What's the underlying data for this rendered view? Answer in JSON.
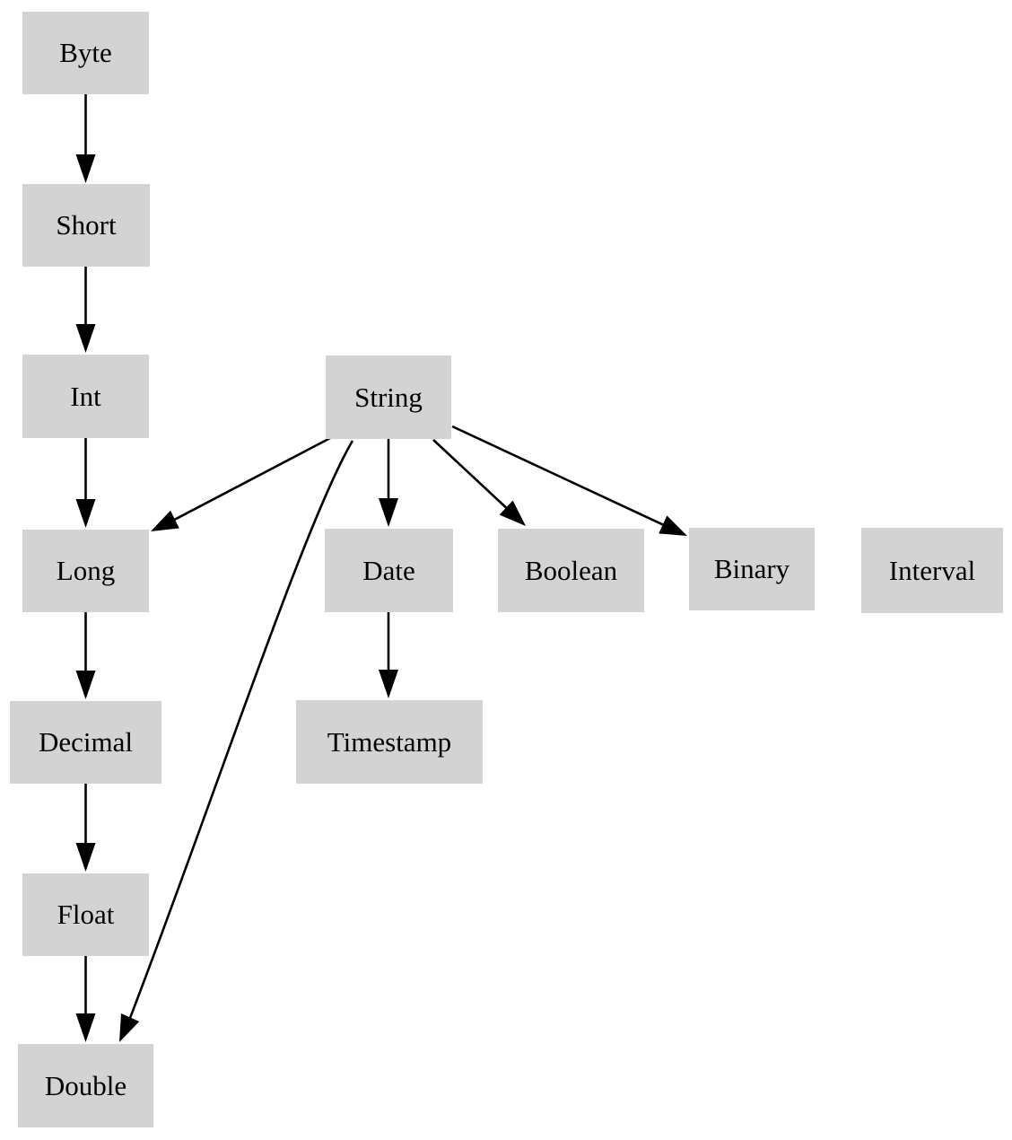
{
  "diagram": {
    "type": "directed-graph",
    "colors": {
      "background": "#ffffff",
      "node_fill": "#d3d3d3",
      "node_text": "#000000",
      "edge": "#000000"
    },
    "nodes": [
      {
        "id": "byte",
        "label": "Byte"
      },
      {
        "id": "short",
        "label": "Short"
      },
      {
        "id": "int",
        "label": "Int"
      },
      {
        "id": "string",
        "label": "String"
      },
      {
        "id": "long",
        "label": "Long"
      },
      {
        "id": "date",
        "label": "Date"
      },
      {
        "id": "boolean",
        "label": "Boolean"
      },
      {
        "id": "binary",
        "label": "Binary"
      },
      {
        "id": "interval",
        "label": "Interval"
      },
      {
        "id": "decimal",
        "label": "Decimal"
      },
      {
        "id": "timestamp",
        "label": "Timestamp"
      },
      {
        "id": "float",
        "label": "Float"
      },
      {
        "id": "double",
        "label": "Double"
      }
    ],
    "edges": [
      {
        "from": "Byte",
        "to": "Short"
      },
      {
        "from": "Short",
        "to": "Int"
      },
      {
        "from": "Int",
        "to": "Long"
      },
      {
        "from": "Long",
        "to": "Decimal"
      },
      {
        "from": "Decimal",
        "to": "Float"
      },
      {
        "from": "Float",
        "to": "Double"
      },
      {
        "from": "String",
        "to": "Long"
      },
      {
        "from": "String",
        "to": "Date"
      },
      {
        "from": "String",
        "to": "Boolean"
      },
      {
        "from": "String",
        "to": "Binary"
      },
      {
        "from": "String",
        "to": "Double"
      },
      {
        "from": "Date",
        "to": "Timestamp"
      }
    ]
  }
}
